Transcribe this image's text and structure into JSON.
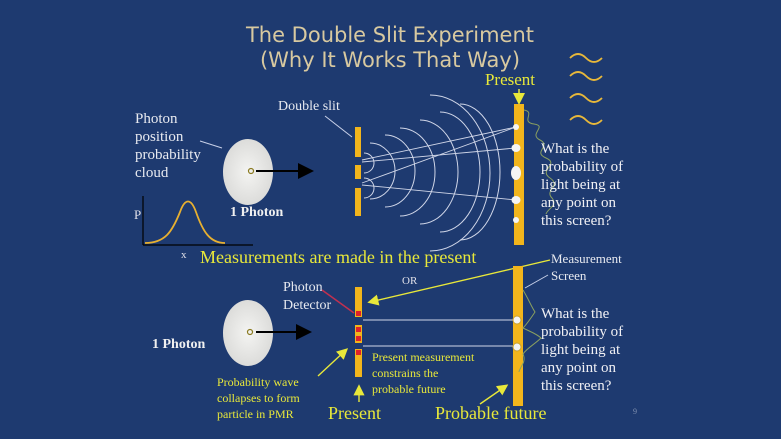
{
  "slide": {
    "title_line1": "The Double Slit Experiment",
    "title_line2": "(Why It Works That Way)",
    "page_number": "9",
    "colors": {
      "background": "#1e3a70",
      "title": "#d8c9a0",
      "yellow": "#e8e83a",
      "bar": "#f2b51c",
      "detector": "#e0202a"
    }
  },
  "top": {
    "present_label": "Present",
    "cloud_label": [
      "Photon",
      "position",
      "probability",
      "cloud"
    ],
    "photon_label": "1 Photon",
    "axis_p": "P",
    "axis_x": "x",
    "double_slit_label": "Double slit",
    "question": [
      "What is the",
      "probability of",
      "light being at",
      "any point on",
      "this screen?"
    ]
  },
  "middle": {
    "measurements_label": "Measurements are made in the present",
    "or_label": "OR",
    "screen_label": [
      "Measurement",
      "Screen"
    ]
  },
  "bottom": {
    "photon_label": "1 Photon",
    "detector_label": [
      "Photon",
      "Detector"
    ],
    "constraint_label": [
      "Present measurement",
      "constrains the",
      "probable future"
    ],
    "collapse_label": [
      "Probability wave",
      "collapses to form",
      "particle in PMR"
    ],
    "present_label": "Present",
    "future_label": "Probable future",
    "question": [
      "What is the",
      "probability of",
      "light being at",
      "any point on",
      "this screen?"
    ]
  }
}
